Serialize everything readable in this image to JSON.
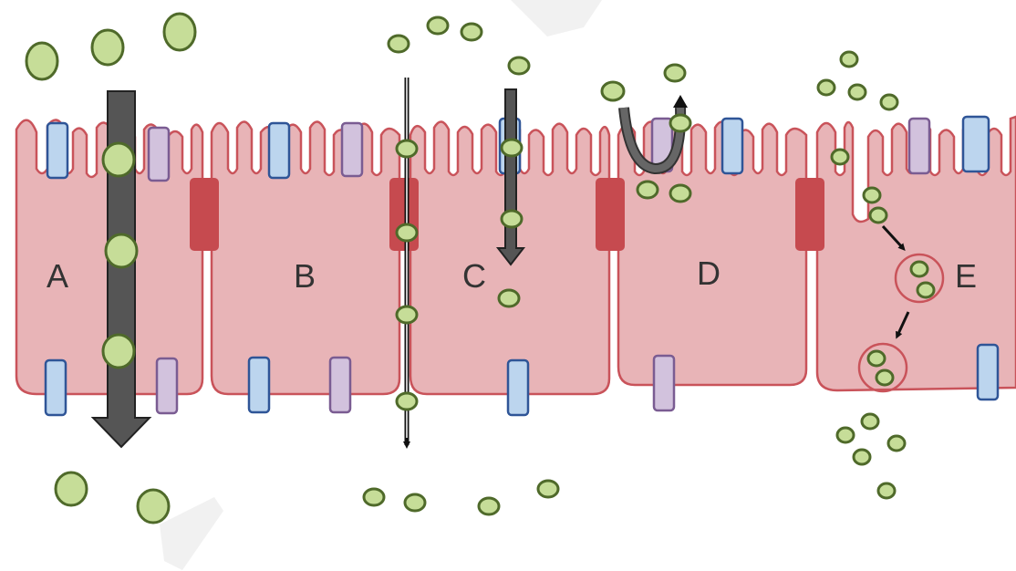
{
  "labels": {
    "cell_a": "A",
    "cell_b": "B",
    "cell_c": "C",
    "cell_d": "D",
    "cell_e": "E"
  },
  "colors": {
    "cell_fill": "#e8b4b7",
    "cell_border": "#c9535a",
    "tight_junction": "#c64a4f",
    "channel_blue": "#bcd5ee",
    "channel_purple": "#d2c2dd",
    "particle": "#c6dd98",
    "arrow": "#555555"
  },
  "icons": {
    "transcellular_arrow": "thick-down-arrow",
    "paracellular_arrow": "thin-down-arrow",
    "carrier_arrow": "short-down-arrow",
    "efflux_arrow": "u-turn-arrow",
    "endocytosis_arrow": "small-arrow"
  }
}
